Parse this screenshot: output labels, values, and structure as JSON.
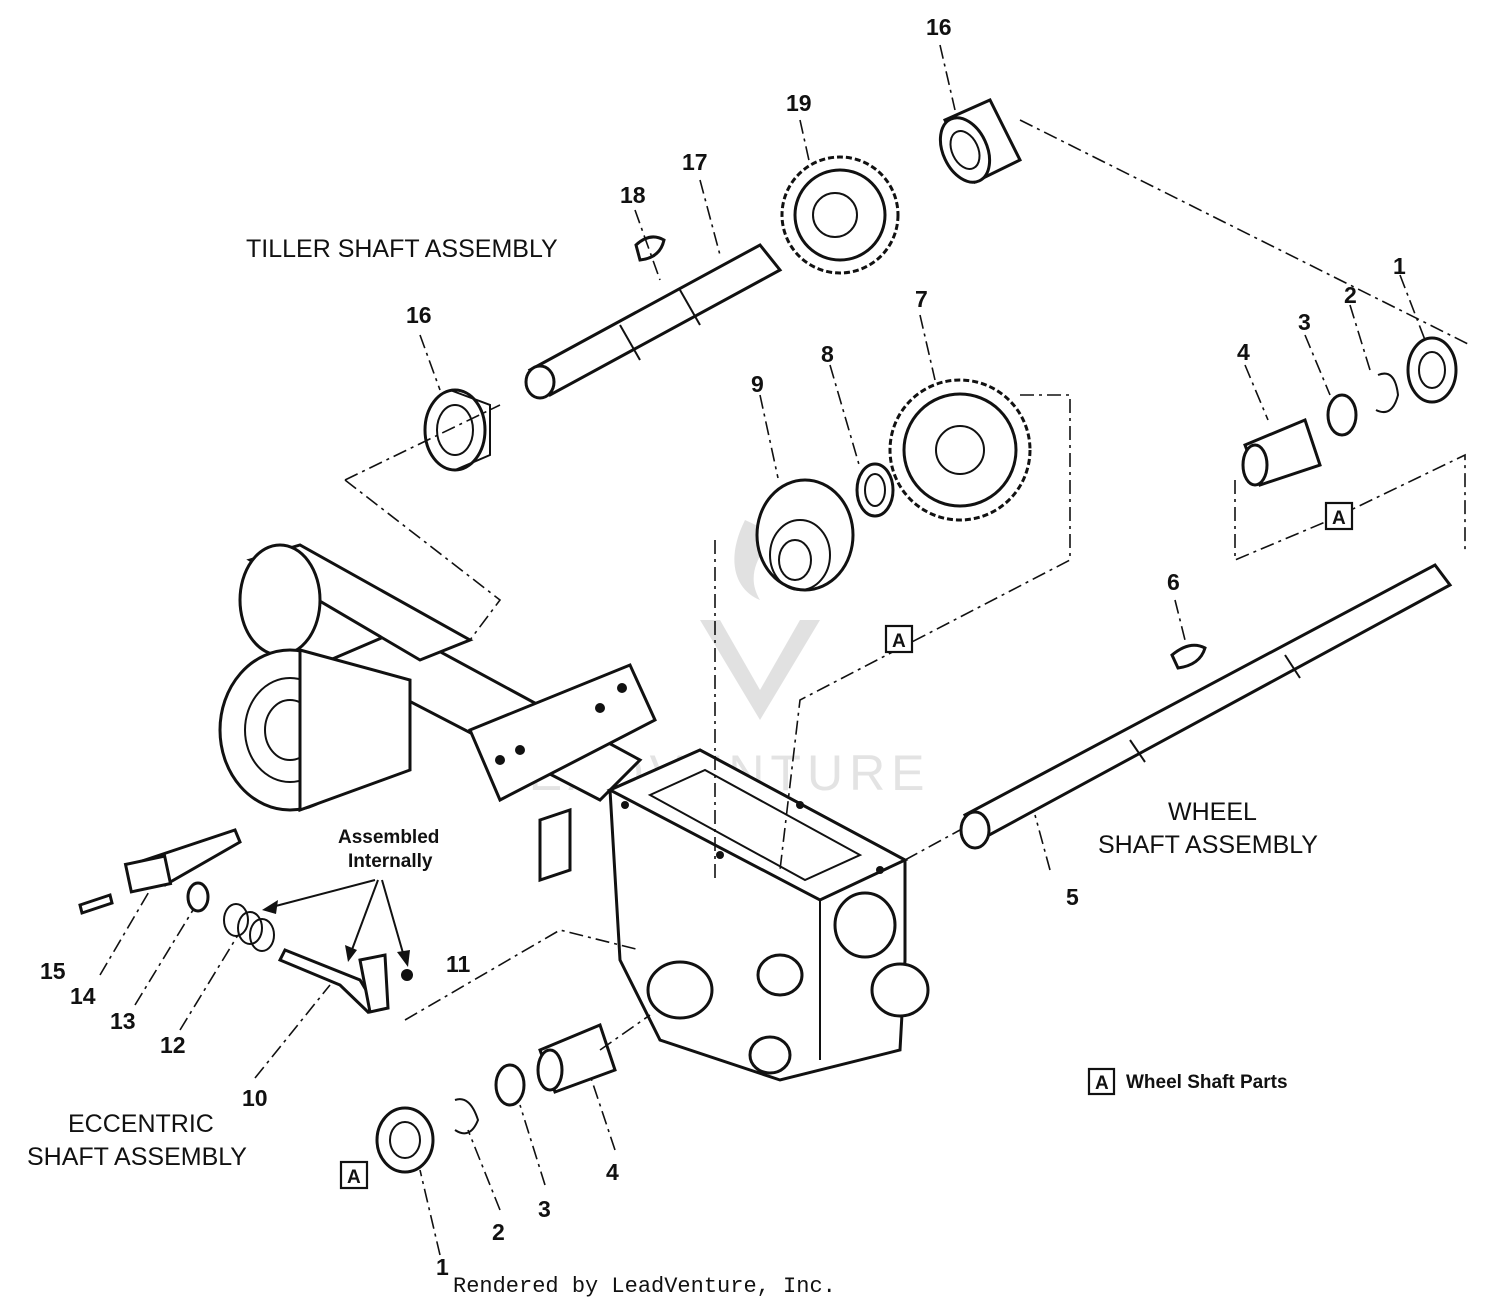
{
  "titles": {
    "tiller": "TILLER SHAFT ASSEMBLY",
    "wheel_line1": "WHEEL",
    "wheel_line2": "SHAFT ASSEMBLY",
    "eccentric_line1": "ECCENTRIC",
    "eccentric_line2": "SHAFT ASSEMBLY"
  },
  "note": {
    "line1": "Assembled",
    "line2": "Internally"
  },
  "legend": {
    "box": "A",
    "label": "Wheel Shaft Parts"
  },
  "credit": "Rendered by LeadVenture, Inc.",
  "watermark": "LEADVENTURE",
  "callouts": {
    "c16_top": "16",
    "c19": "19",
    "c17": "17",
    "c18": "18",
    "c16_left": "16",
    "c7": "7",
    "c8": "8",
    "c9": "9",
    "c6": "6",
    "c5": "5",
    "r1": "1",
    "r2": "2",
    "r3": "3",
    "r4": "4",
    "b1": "1",
    "b2": "2",
    "b3": "3",
    "b4": "4",
    "c10": "10",
    "c11": "11",
    "c12": "12",
    "c13": "13",
    "c14": "14",
    "c15": "15"
  },
  "boxes": {
    "a_right": "A",
    "a_center": "A",
    "a_bottom": "A"
  }
}
